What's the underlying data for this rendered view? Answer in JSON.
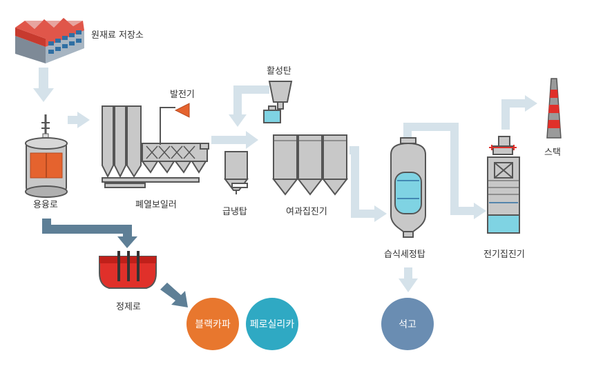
{
  "labels": {
    "raw_material_storage": "원재료 저장소",
    "melting_furnace": "용융로",
    "waste_heat_boiler": "폐열보일러",
    "generator": "발전기",
    "activated_carbon": "활성탄",
    "quench_tower": "급냉탑",
    "bag_filter": "여과집진기",
    "wet_scrubber": "습식세정탑",
    "electrostatic_precipitator": "전기집진기",
    "stack": "스택",
    "refining_furnace": "정제로"
  },
  "outputs": [
    {
      "label": "블랙카파",
      "color": "#e8772e"
    },
    {
      "label": "페로실리카",
      "color": "#2fa9c3"
    },
    {
      "label": "석고",
      "color": "#6a8db2"
    }
  ],
  "colors": {
    "flow_arrow": "#d5e2ea",
    "product_arrow": "#5e7f96",
    "equipment": "#c8c8c8",
    "equipment_stroke": "#555555",
    "furnace_orange": "#e5632e",
    "refining_red": "#e0302a",
    "water_cyan": "#7fd3e3",
    "stack_red": "#e0302a"
  }
}
